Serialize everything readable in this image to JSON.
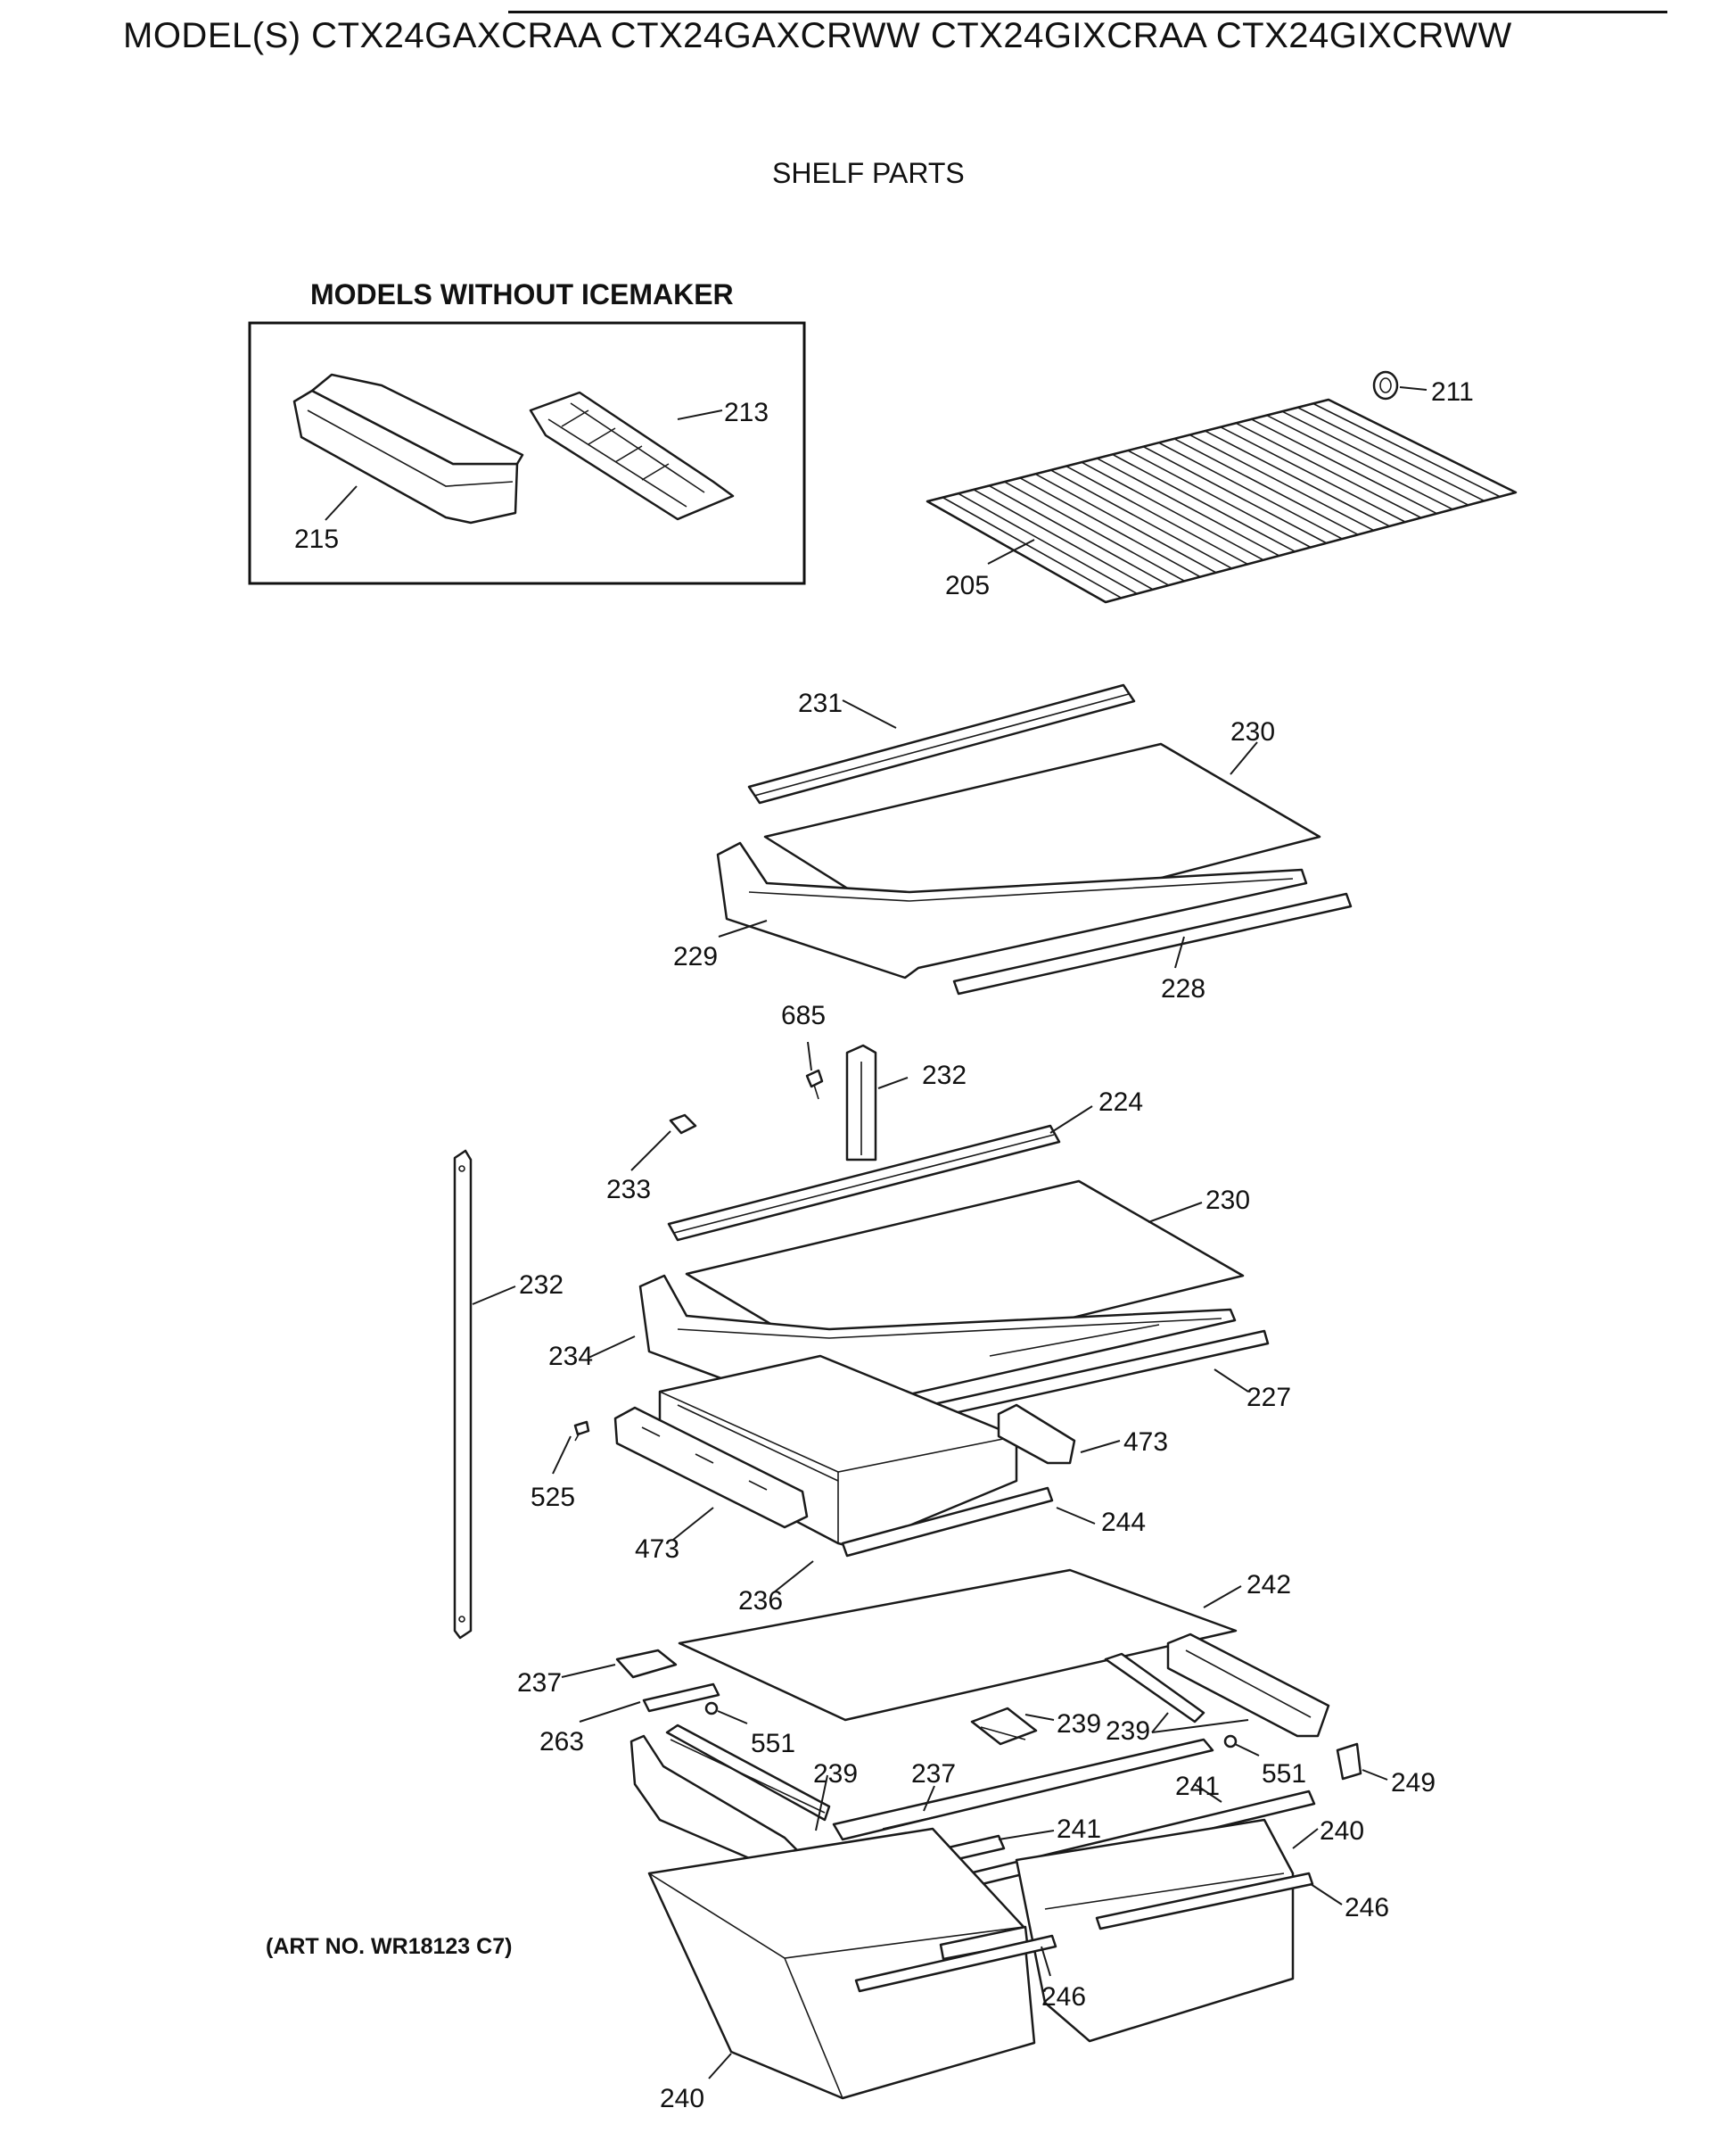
{
  "header": {
    "title": "MODEL(S) CTX24GAXCRAA  CTX24GAXCRWW  CTX24GIXCRAA  CTX24GIXCRWW",
    "subtitle": "SHELF PARTS"
  },
  "inset": {
    "title": "MODELS WITHOUT ICEMAKER"
  },
  "footer": {
    "art_no": "(ART NO. WR18123 C7)"
  },
  "labels": {
    "p211": "211",
    "p213": "213",
    "p215": "215",
    "p205": "205",
    "p231": "231",
    "p230_top": "230",
    "p229": "229",
    "p228": "228",
    "p685": "685",
    "p232_mid": "232",
    "p224": "224",
    "p233": "233",
    "p230_mid": "230",
    "p232_left": "232",
    "p234": "234",
    "p227": "227",
    "p525": "525",
    "p473_right": "473",
    "p473_left": "473",
    "p244": "244",
    "p236": "236",
    "p242": "242",
    "p237_left": "237",
    "p263": "263",
    "p551_left": "551",
    "p239_right1": "239",
    "p239_right2": "239",
    "p551_right": "551",
    "p249": "249",
    "p239_left": "239",
    "p237_mid": "237",
    "p241_right": "241",
    "p241_mid": "241",
    "p240_right": "240",
    "p246_right": "246",
    "p246_mid": "246",
    "p240_bottom": "240"
  }
}
